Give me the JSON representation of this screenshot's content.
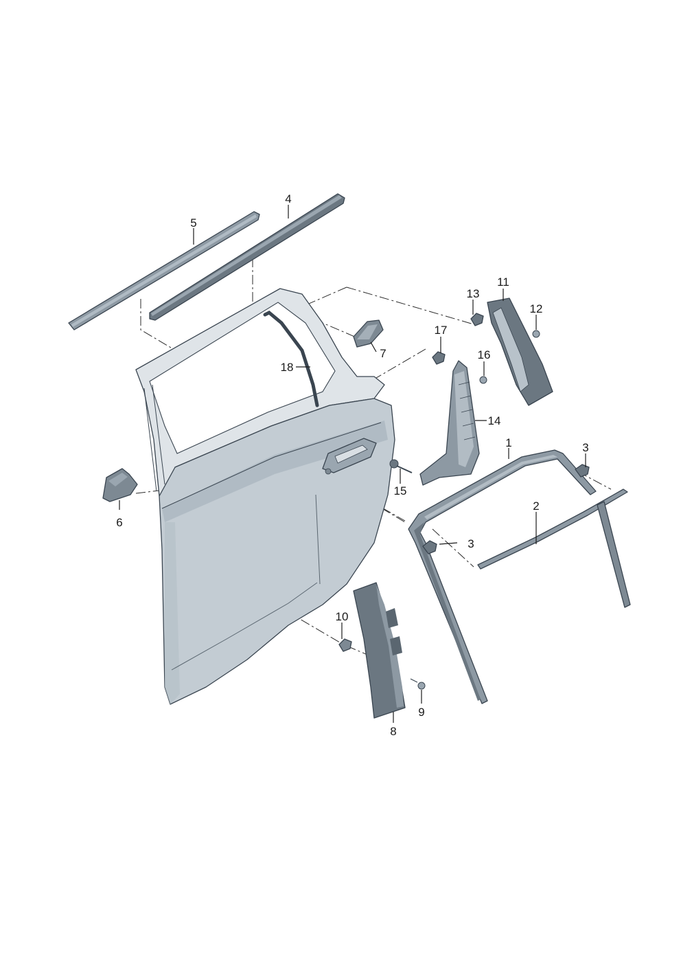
{
  "diagram": {
    "callouts": [
      {
        "id": "c1",
        "label": "1"
      },
      {
        "id": "c2",
        "label": "2"
      },
      {
        "id": "c3a",
        "label": "3"
      },
      {
        "id": "c3b",
        "label": "3"
      },
      {
        "id": "c4",
        "label": "4"
      },
      {
        "id": "c5",
        "label": "5"
      },
      {
        "id": "c6",
        "label": "6"
      },
      {
        "id": "c7",
        "label": "7"
      },
      {
        "id": "c8",
        "label": "8"
      },
      {
        "id": "c9",
        "label": "9"
      },
      {
        "id": "c10",
        "label": "10"
      },
      {
        "id": "c11",
        "label": "11"
      },
      {
        "id": "c12",
        "label": "12"
      },
      {
        "id": "c13",
        "label": "13"
      },
      {
        "id": "c14",
        "label": "14"
      },
      {
        "id": "c15",
        "label": "15"
      },
      {
        "id": "c16",
        "label": "16"
      },
      {
        "id": "c17",
        "label": "17"
      },
      {
        "id": "c18",
        "label": "18"
      }
    ],
    "colors": {
      "door_panel": "#c3ccd3",
      "door_shade": "#aab5bf",
      "trim_dark": "#6b7781",
      "trim_mid": "#8d99a3",
      "outline": "#3a4550",
      "line": "#1a1a1a"
    }
  }
}
